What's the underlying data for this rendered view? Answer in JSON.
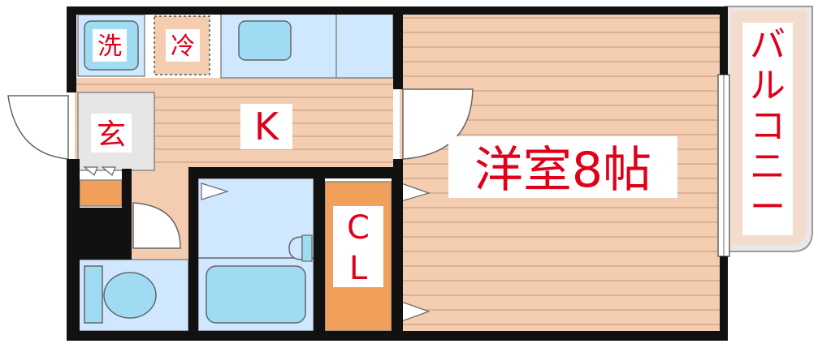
{
  "rooms": {
    "western_room": "洋室8帖",
    "kitchen": "K",
    "entrance": "玄",
    "closet_c": "C",
    "closet_l": "L",
    "balcony": "バルコニー",
    "washer": "洗",
    "fridge": "冷"
  },
  "colors": {
    "wall": "#111111",
    "floor_wood": "#f4cdb0",
    "floor_line": "#c9a184",
    "tile": "#e6e6e6",
    "water_area": "#cfe8ff",
    "fixture": "#9fdcf4",
    "closet": "#f0a05a",
    "balcony": "#e6e6e6",
    "label": "#e0001a"
  }
}
